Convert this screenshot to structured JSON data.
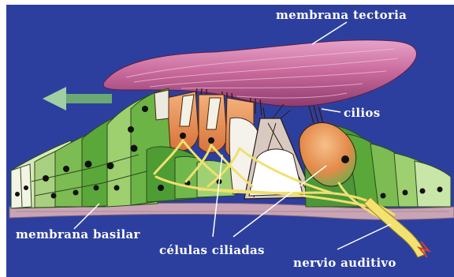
{
  "labels": {
    "tectorial": "membrana tectoria",
    "cilia": "cilios",
    "basilar": "membrana basilar",
    "hair_cells": "células ciliadas",
    "nerve": "nervio auditivo"
  },
  "colors": {
    "background": "#2d3f9e",
    "tectorial": "#c8689a",
    "cell_green": "#5aa83a",
    "cell_light": "#c8e6a8",
    "hair_cell": "#e8945a",
    "nerve": "#f0e070",
    "basilar": "#c9a4b4",
    "arrow": "#6aa874"
  }
}
